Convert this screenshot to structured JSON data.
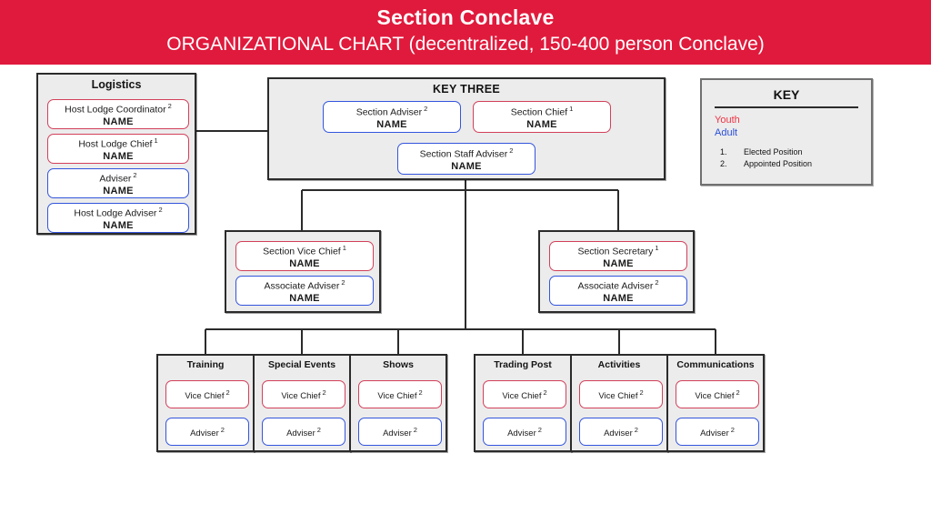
{
  "banner": {
    "title": "Section Conclave",
    "subtitle": "ORGANIZATIONAL CHART (decentralized, 150-400 person Conclave)",
    "color": "#E01A3C"
  },
  "colors": {
    "youth_border": "#D2405A",
    "adult_border": "#3355DD",
    "youth_text": "#EE3344",
    "adult_text": "#2A4FD6",
    "group_fill": "#ECECEC",
    "group_border": "#2b2b2b"
  },
  "legend": {
    "title": "KEY",
    "youth_label": "Youth",
    "adult_label": "Adult",
    "notes": [
      {
        "num": "1.",
        "text": "Elected Position"
      },
      {
        "num": "2.",
        "text": "Appointed Position"
      }
    ]
  },
  "logistics": {
    "title": "Logistics",
    "members": [
      {
        "role": "Host Lodge Coordinator",
        "sup": "2",
        "name": "NAME",
        "type": "youth"
      },
      {
        "role": "Host Lodge Chief",
        "sup": "1",
        "name": "NAME",
        "type": "youth"
      },
      {
        "role": "Adviser",
        "sup": "2",
        "name": "NAME",
        "type": "adult"
      },
      {
        "role": "Host Lodge Adviser",
        "sup": "2",
        "name": "NAME",
        "type": "adult"
      }
    ]
  },
  "key_three": {
    "title": "KEY THREE",
    "members": [
      {
        "role": "Section Adviser",
        "sup": "2",
        "name": "NAME",
        "type": "adult"
      },
      {
        "role": "Section Chief",
        "sup": "1",
        "name": "NAME",
        "type": "youth"
      },
      {
        "role": "Section Staff Adviser",
        "sup": "2",
        "name": "NAME",
        "type": "adult"
      }
    ]
  },
  "vice_chief_group": {
    "members": [
      {
        "role": "Section Vice Chief",
        "sup": "1",
        "name": "NAME",
        "type": "youth"
      },
      {
        "role": "Associate Adviser",
        "sup": "2",
        "name": "NAME",
        "type": "adult"
      }
    ]
  },
  "secretary_group": {
    "members": [
      {
        "role": "Section Secretary",
        "sup": "1",
        "name": "NAME",
        "type": "youth"
      },
      {
        "role": "Associate Adviser",
        "sup": "2",
        "name": "NAME",
        "type": "adult"
      }
    ]
  },
  "committees": [
    {
      "title": "Training",
      "youth_role": "Vice Chief",
      "youth_sup": "2",
      "adult_role": "Adviser",
      "adult_sup": "2"
    },
    {
      "title": "Special Events",
      "youth_role": "Vice Chief",
      "youth_sup": "2",
      "adult_role": "Adviser",
      "adult_sup": "2"
    },
    {
      "title": "Shows",
      "youth_role": "Vice Chief",
      "youth_sup": "2",
      "adult_role": "Adviser",
      "adult_sup": "2"
    },
    {
      "title": "Trading Post",
      "youth_role": "Vice Chief",
      "youth_sup": "2",
      "adult_role": "Adviser",
      "adult_sup": "2"
    },
    {
      "title": "Activities",
      "youth_role": "Vice Chief",
      "youth_sup": "2",
      "adult_role": "Adviser",
      "adult_sup": "2"
    },
    {
      "title": "Communications",
      "youth_role": "Vice Chief",
      "youth_sup": "2",
      "adult_role": "Adviser",
      "adult_sup": "2"
    }
  ]
}
